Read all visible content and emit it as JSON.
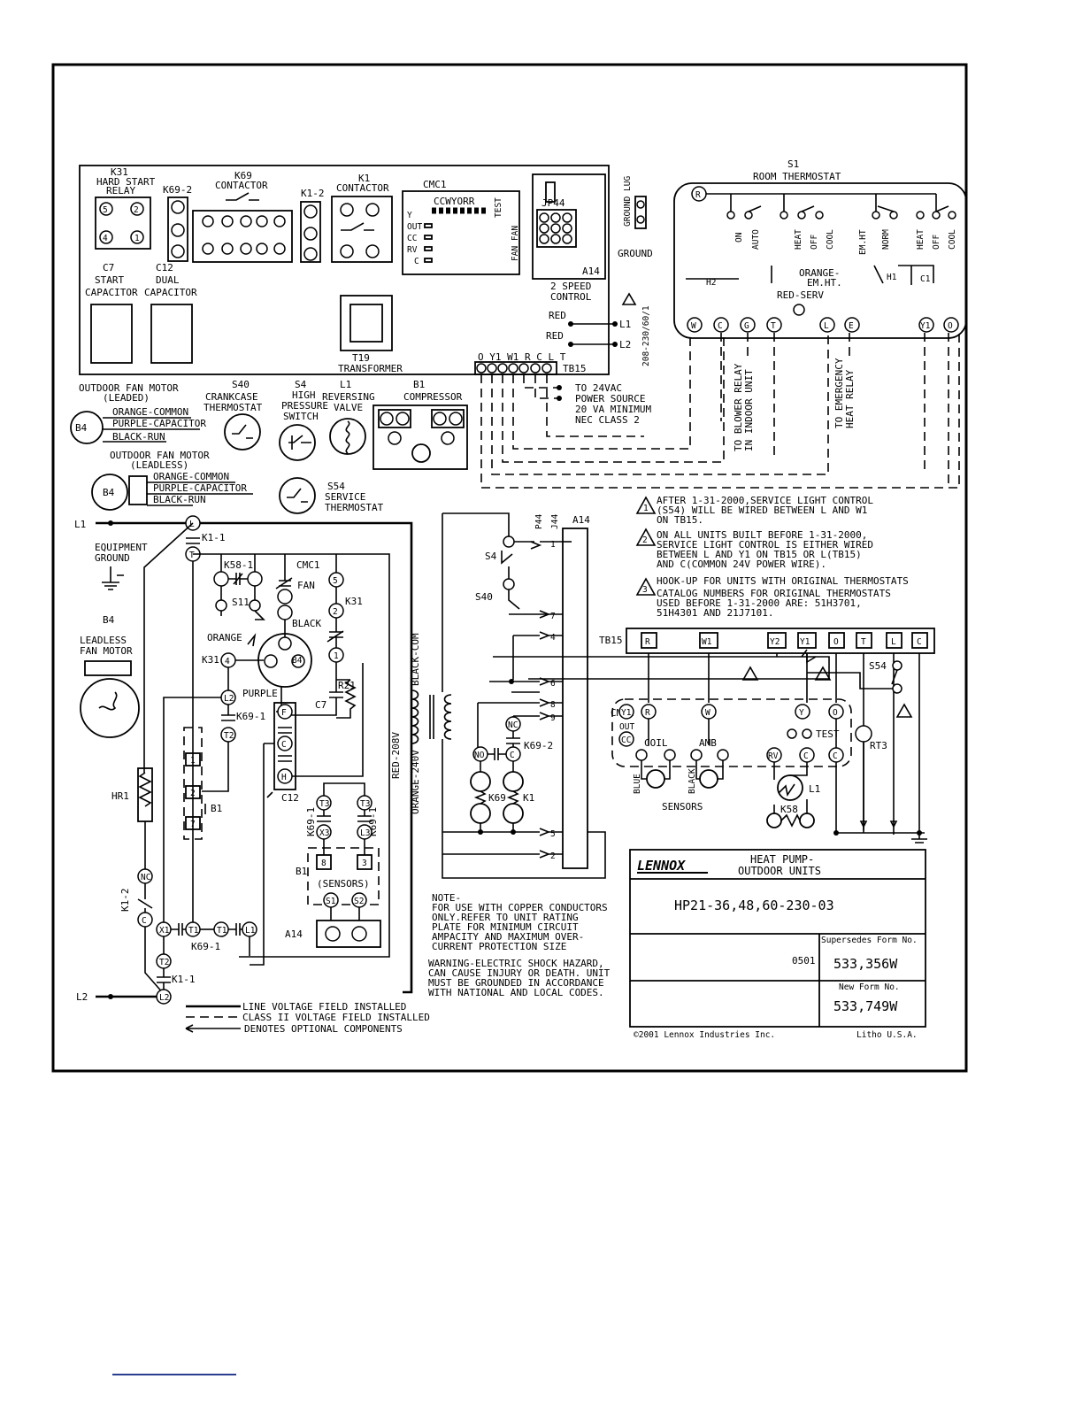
{
  "title_block": {
    "brand": "LENNOX",
    "title_line1": "HEAT PUMP-",
    "title_line2": "OUTDOOR UNITS",
    "model": "HP21-36,48,60-230-03",
    "date_code": "0501",
    "supersedes_label": "Supersedes Form No.",
    "supersedes_form": "533,356W",
    "new_form_label": "New Form No.",
    "new_form": "533,749W",
    "copyright": "©2001 Lennox Industries Inc.",
    "litho": "Litho U.S.A."
  },
  "control_box": {
    "k31_title": "K31",
    "k31_sub1": "HARD START",
    "k31_sub2": "RELAY",
    "k69_2": "K69-2",
    "k69_title": "K69",
    "k69_sub": "CONTACTOR",
    "k1_2": "K1-2",
    "k1_title": "K1",
    "k1_sub": "CONTACTOR",
    "cmc1": "CMC1",
    "cmc1_pins": "CCWYORR",
    "cmc1_test": "TEST",
    "cmc1_y": "Y",
    "cmc1_out": "OUT",
    "cmc1_cc": "CC",
    "cmc1_rv": "RV",
    "cmc1_c": "C",
    "cmc1_fan": "FAN FAN",
    "jp44": "JP44",
    "a14": "A14",
    "speed1": "2 SPEED",
    "speed2": "CONTROL",
    "c7_1": "C7",
    "c7_2": "START",
    "c7_3": "CAPACITOR",
    "c12_1": "C12",
    "c12_2": "DUAL",
    "c12_3": "CAPACITOR",
    "t19": "T19",
    "transformer": "TRANSFORMER",
    "ground_lug": "GROUND LUG",
    "ground": "GROUND",
    "red1": "RED",
    "red2": "RED",
    "l1": "L1",
    "l2": "L2",
    "supply": "208-230/60/1",
    "tb15_pins": "O Y1 W1 R C L T",
    "tb15": "TB15",
    "to24_1": "TO 24VAC",
    "to24_2": "POWER SOURCE",
    "to24_3": "20 VA MINIMUM",
    "to24_4": "NEC CLASS 2"
  },
  "thermostat": {
    "s1": "S1",
    "room": "ROOM THERMOSTAT",
    "on": "ON",
    "auto": "AUTO",
    "heat": "HEAT",
    "off": "OFF",
    "cool": "COOL",
    "emht": "EM.HT",
    "norm": "NORM",
    "heat2": "HEAT",
    "off2": "OFF",
    "cool2": "COOL",
    "orange": "ORANGE-",
    "emht2": "EM.HT.",
    "redserv": "RED-SERV",
    "h2": "H2",
    "h1": "H1",
    "c1": "C1",
    "terms": [
      "W",
      "C",
      "G",
      "T",
      "L",
      "E",
      "Y1",
      "O"
    ],
    "r": "R",
    "blower1": "TO BLOWER RELAY",
    "blower2": "IN INDOOR UNIT",
    "emerg1": "TO EMERGENCY",
    "emerg2": "HEAT RELAY"
  },
  "components": {
    "ofm1_1": "OUTDOOR FAN MOTOR",
    "ofm1_2": "(LEADED)",
    "ofm1_b4": "B4",
    "ofm1_w1": "ORANGE-COMMON",
    "ofm1_w2": "PURPLE-CAPACITOR",
    "ofm1_w3": "BLACK-RUN",
    "ofm2_1": "OUTDOOR FAN MOTOR",
    "ofm2_2": "(LEADLESS)",
    "ofm2_b4": "B4",
    "ofm2_w1": "ORANGE-COMMON",
    "ofm2_w2": "PURPLE-CAPACITOR",
    "ofm2_w3": "BLACK-RUN",
    "s40_1": "S40",
    "s40_2": "CRANKCASE",
    "s40_3": "THERMOSTAT",
    "s4_1": "S4",
    "s4_2": "HIGH",
    "s4_3": "PRESSURE",
    "s4_4": "SWITCH",
    "l1_1": "L1",
    "l1_2": "REVERSING",
    "l1_3": "VALVE",
    "b1_1": "B1",
    "b1_2": "COMPRESSOR",
    "s54_1": "S54",
    "s54_2": "SERVICE",
    "s54_3": "THERMOSTAT"
  },
  "schematic": {
    "l1": "L1",
    "l2": "L2",
    "eqg1": "EQUIPMENT",
    "eqg2": "GROUND",
    "b4_1": "B4",
    "b4_2": "LEADLESS",
    "b4_3": "FAN MOTOR",
    "hr1": "HR1",
    "k1_2": "K1-2",
    "k1_1a": "K1-1",
    "k1_1b": "K1-1",
    "k58_1": "K58-1",
    "s11": "S11",
    "cmc1": "CMC1",
    "fan": "FAN",
    "black": "BLACK",
    "orange": "ORANGE",
    "purple": "PURPLE",
    "k31": "K31",
    "k31b": "K31",
    "b4": "B4",
    "r21": "R21",
    "c7": "C7",
    "c12": "C12",
    "k69_1a": "K69-1",
    "k69_1b": "K69-1",
    "k69_1c": "K69-1",
    "b1a": "B1",
    "b1b": "B1",
    "sensors": "(SENSORS)",
    "a14": "A14",
    "black_com": "BLACK-COM",
    "red_208": "RED-208V",
    "orange_240": "ORANGE-240V",
    "p44": "P44",
    "j44": "J44",
    "a14b": "A14",
    "s4": "S4",
    "s40": "S40",
    "k69_2": "K69-2",
    "k69": "K69",
    "k1": "K1",
    "pins": [
      "1",
      "7",
      "4",
      "6",
      "8",
      "9",
      "5",
      "2"
    ],
    "tb15": "TB15",
    "tb15_terms": [
      "R",
      "W1",
      "Y2",
      "Y1",
      "O",
      "T",
      "L",
      "C"
    ],
    "s54": "S54",
    "cmc1b": "CMC1",
    "cmc_terms": [
      "Y1",
      "R",
      "W",
      "Y",
      "O"
    ],
    "out": "OUT",
    "coil": "COIL",
    "amb": "AMB",
    "test": "TEST",
    "rt3": "RT3",
    "blue": "BLUE",
    "blackw": "BLACK",
    "sensors2": "SENSORS",
    "rv": "RV",
    "l1b": "L1",
    "k58": "K58"
  },
  "notes": {
    "n1_1": "AFTER 1-31-2000,SERVICE LIGHT CONTROL",
    "n1_2": "(S54) WILL BE WIRED BETWEEN L AND W1",
    "n1_3": "ON TB15.",
    "n2_1": "ON ALL UNITS BUILT BEFORE 1-31-2000,",
    "n2_2": "SERVICE LIGHT CONTROL IS EITHER WIRED",
    "n2_3": "BETWEEN L AND Y1 ON TB15 OR L(TB15)",
    "n2_4": "AND C(COMMON 24V POWER WIRE).",
    "n3_1": "HOOK-UP FOR UNITS WITH ORIGINAL THERMOSTATS",
    "n3_2": "CATALOG NUMBERS FOR ORIGINAL THERMOSTATS",
    "n3_3": "USED BEFORE 1-31-2000 ARE: 51H3701,",
    "n3_4": "51H4301 AND 21J7101.",
    "note_1": "NOTE-",
    "note_2": "FOR USE WITH COPPER CONDUCTORS",
    "note_3": "ONLY.REFER TO UNIT RATING",
    "note_4": "PLATE FOR MINIMUM CIRCUIT",
    "note_5": "AMPACITY AND MAXIMUM OVER-",
    "note_6": "CURRENT PROTECTION SIZE",
    "warn_1": "WARNING-ELECTRIC SHOCK HAZARD,",
    "warn_2": "CAN CAUSE INJURY OR DEATH. UNIT",
    "warn_3": "MUST BE GROUNDED IN ACCORDANCE",
    "warn_4": "WITH NATIONAL AND LOCAL CODES.",
    "legend_1": "LINE VOLTAGE FIELD INSTALLED",
    "legend_2": "CLASS II VOLTAGE FIELD INSTALLED",
    "legend_3": "DENOTES OPTIONAL COMPONENTS"
  }
}
